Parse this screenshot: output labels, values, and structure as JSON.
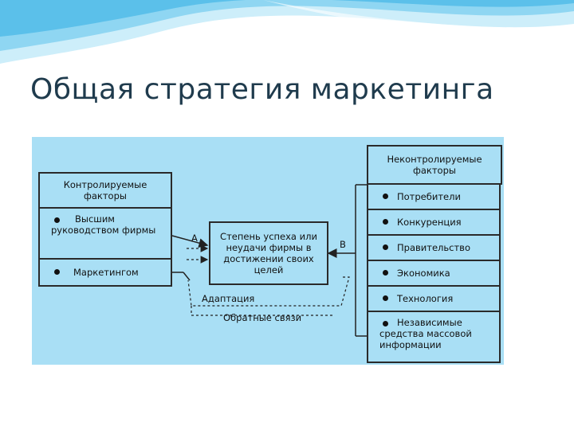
{
  "title": "Общая стратегия маркетинга",
  "diagram": {
    "controllable": {
      "header": "Контролируемые факторы",
      "items": [
        "Высшим руководством фирмы",
        "Маркетингом"
      ]
    },
    "center": "Степень успеха или неудачи фирмы в достижении своих целей",
    "label_a": "А",
    "label_b": "В",
    "adaptation": "Адаптация",
    "feedback": "Обратные связи",
    "uncontrollable": {
      "header": "Неконтролируемые факторы",
      "items": [
        "Потребители",
        "Конкуренция",
        "Правительство",
        "Экономика",
        "Технология",
        "Независимые средства массовой информации"
      ]
    }
  },
  "colors": {
    "diagram_bg": "#a9dff5",
    "title": "#1f3b4d",
    "wave": "#5bc0ea"
  }
}
